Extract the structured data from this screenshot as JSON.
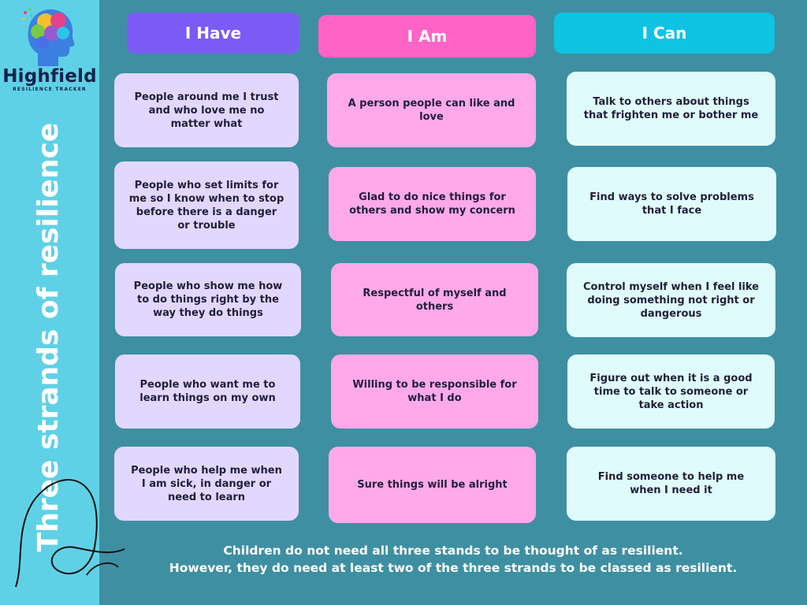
{
  "brand": {
    "name": "Highfield",
    "tagline": "RESILIENCE TRACKER"
  },
  "title": "Three strands of resilience",
  "columns": [
    {
      "header": "I Have",
      "items": [
        "People around me I trust and who love me no matter what",
        "People who set limits for me so I know when to stop before there is a danger or trouble",
        "People who show me how to do things right by the way they do things",
        "People who want me to learn things on my own",
        "People who help me when I am sick, in danger or need to learn"
      ]
    },
    {
      "header": "I Am",
      "items": [
        "A person people can like and love",
        "Glad to do nice things for others and show my concern",
        "Respectful of myself and others",
        "Willing to be responsible for what I do",
        "Sure things will be alright"
      ]
    },
    {
      "header": "I Can",
      "items": [
        "Talk to others about things that frighten me or bother me",
        "Find ways to solve problems that I face",
        "Control myself when I feel like doing something not right or dangerous",
        "Figure out when it is a good time to talk to someone or take action",
        "Find someone to help me when I need it"
      ]
    }
  ],
  "footer": {
    "line1": "Children do not need all three stands to be thought of as resilient.",
    "line2": "However, they do need at least two of the three strands to be classed as resilient."
  },
  "colors": {
    "background": "#3f8fa2",
    "sidebar": "#5fd1e6",
    "have_header": "#7a5cf5",
    "am_header": "#ff63c6",
    "can_header": "#0fc3e3",
    "have_card": "#e2d8ff",
    "am_card": "#ffa9ea",
    "can_card": "#e0fbfb"
  },
  "icons": {
    "logo": "head-profile-icon",
    "decoration": "scribble-loop-icon"
  }
}
